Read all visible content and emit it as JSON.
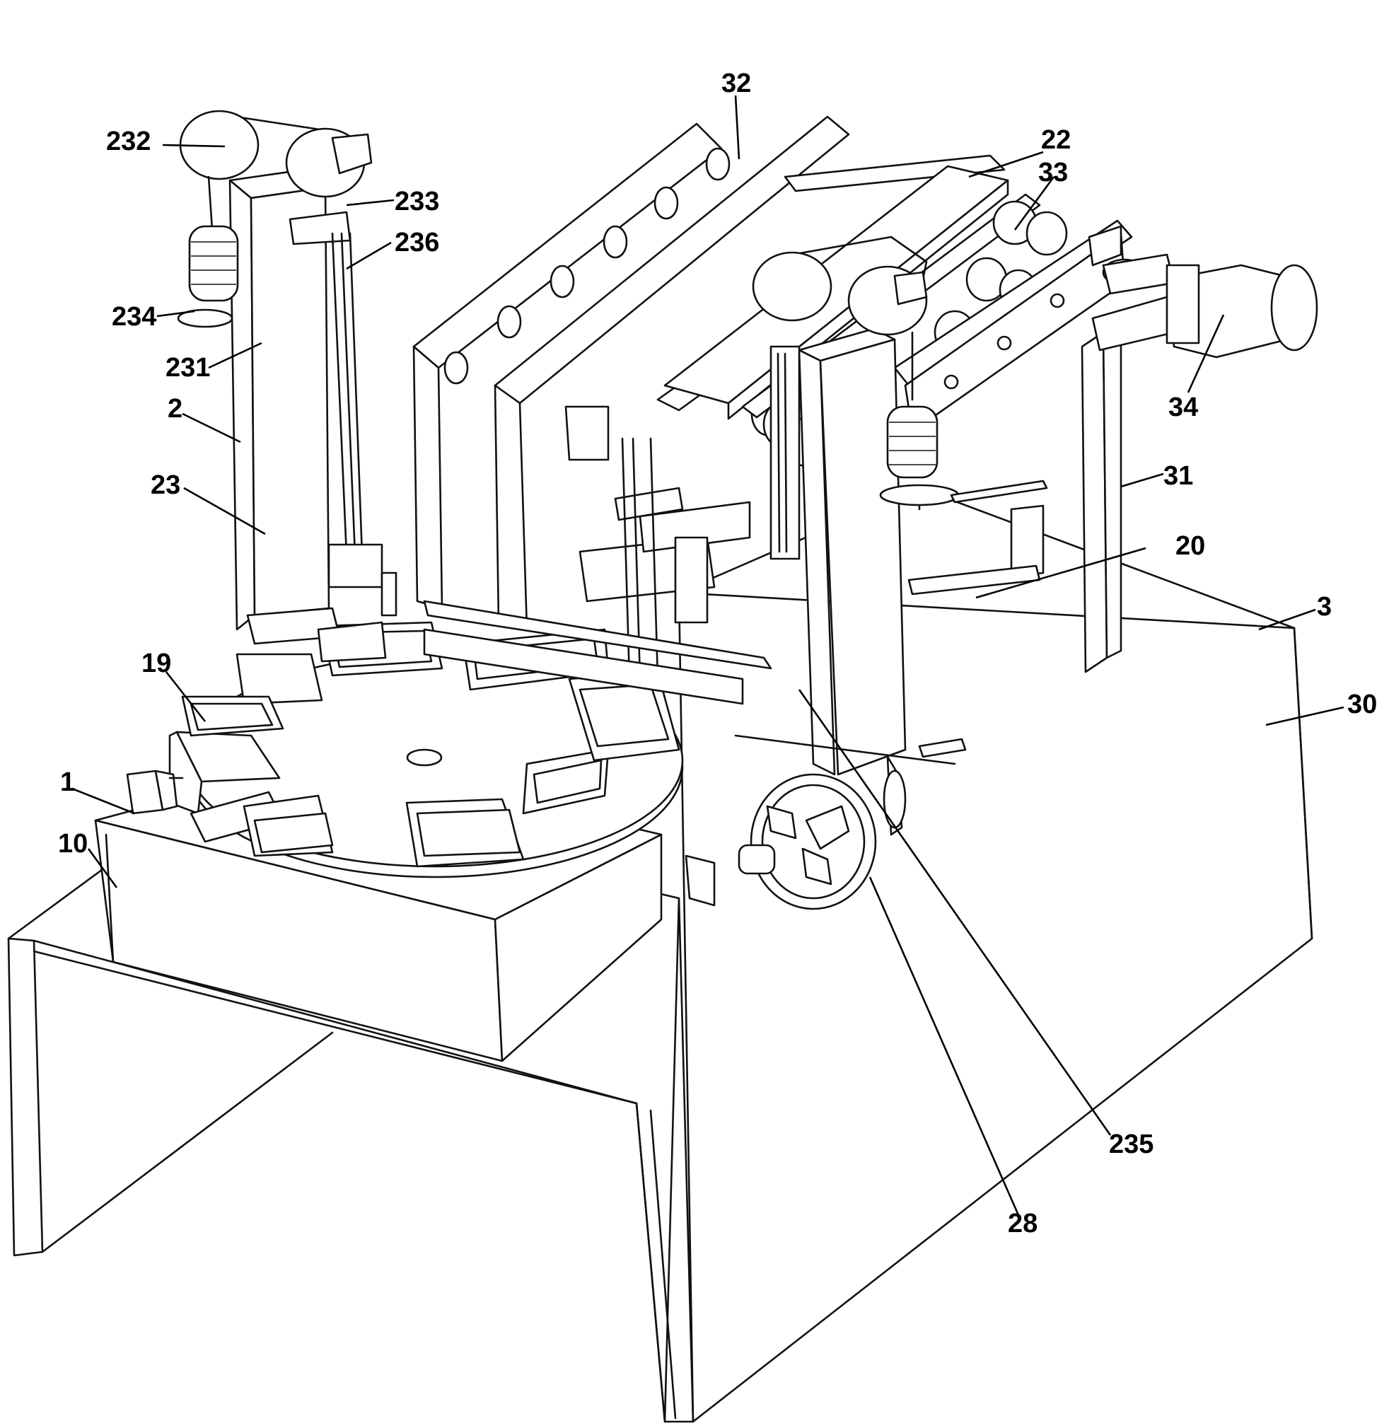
{
  "labels": {
    "l232": "232",
    "l233": "233",
    "l236": "236",
    "l234": "234",
    "l231": "231",
    "l2": "2",
    "l23": "23",
    "l19": "19",
    "l1": "1",
    "l10": "10",
    "l32": "32",
    "l22": "22",
    "l33": "33",
    "l34": "34",
    "l31": "31",
    "l20": "20",
    "l3": "3",
    "l30": "30",
    "l235": "235",
    "l28": "28"
  }
}
